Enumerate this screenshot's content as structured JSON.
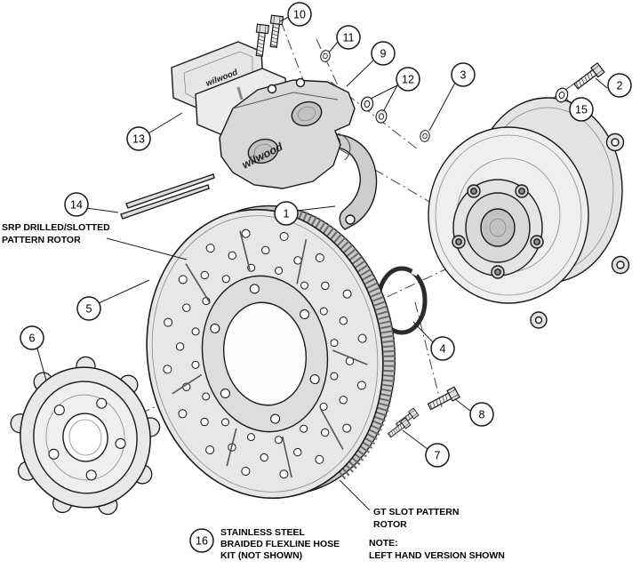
{
  "diagram": {
    "background": "#ffffff",
    "line_color": "#1a1a1a",
    "fill_light": "#e8e8e8",
    "fill_mid": "#d2d2d2",
    "brand": "wilwood",
    "callouts": [
      "1",
      "2",
      "3",
      "4",
      "5",
      "6",
      "7",
      "8",
      "9",
      "10",
      "11",
      "12",
      "13",
      "14",
      "15",
      "16"
    ],
    "labels": {
      "srp_rotor": [
        "SRP DRILLED/SLOTTED",
        "PATTERN ROTOR"
      ],
      "gt_rotor": [
        "GT SLOT PATTERN",
        "ROTOR"
      ],
      "hose_note": [
        "STAINLESS STEEL",
        "BRAIDED FLEXLINE HOSE",
        "KIT (NOT SHOWN)"
      ],
      "version_note": [
        "NOTE:",
        "LEFT HAND VERSION SHOWN"
      ]
    }
  }
}
